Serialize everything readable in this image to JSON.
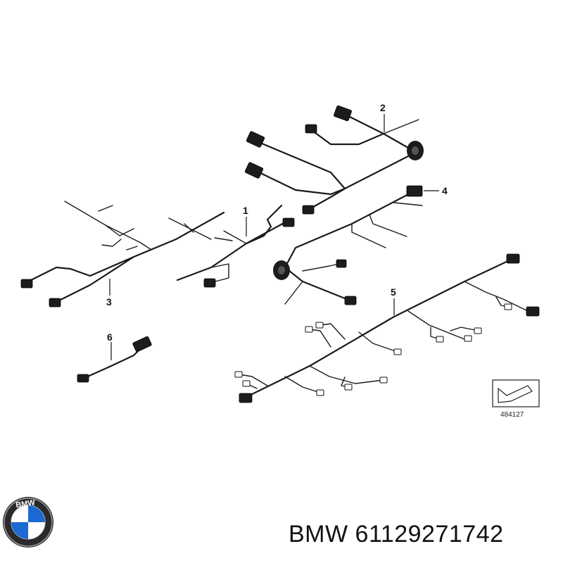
{
  "callouts": {
    "c1": "1",
    "c2": "2",
    "c3": "3",
    "c4": "4",
    "c5": "5",
    "c6": "6"
  },
  "reference_code": "484127",
  "brand_text": "BMW",
  "part_number_label": "BMW 61129271742",
  "logo_letters": "BMW",
  "colors": {
    "wire": "#1a1a1a",
    "logo_blue": "#1c69d4",
    "logo_ring": "#111111"
  },
  "icons": {
    "logo": "bmw-roundel-logo",
    "direction": "arrow-frame-icon"
  }
}
